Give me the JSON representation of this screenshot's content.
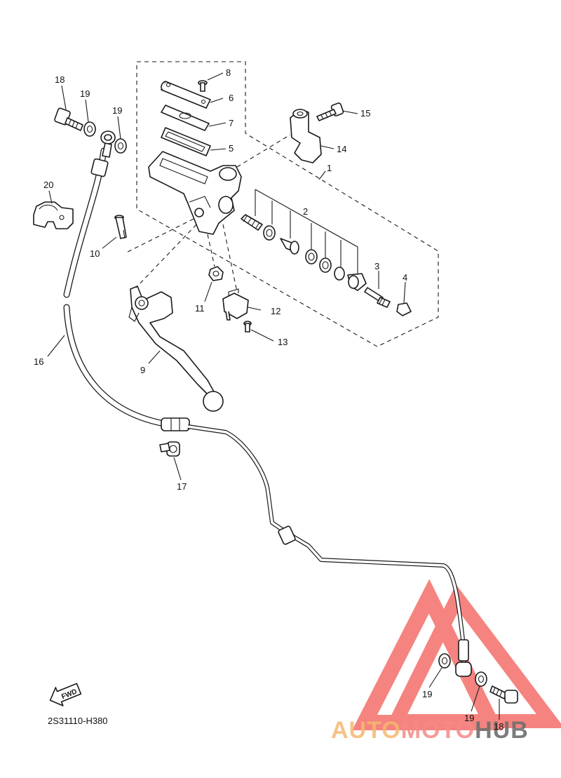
{
  "diagram_code": "2S31110-H380",
  "fwd_label": "FWD",
  "watermark": {
    "text_parts": [
      "AUTO",
      "MOTO",
      "HUB"
    ],
    "colors": {
      "auto": "#f5b870",
      "moto": "#f48a86",
      "hub": "#6e6e6e",
      "triangle": "#f25a55"
    }
  },
  "callouts": {
    "c1": "1",
    "c2": "2",
    "c3": "3",
    "c4": "4",
    "c5": "5",
    "c6": "6",
    "c7": "7",
    "c8": "8",
    "c9": "9",
    "c10": "10",
    "c11": "11",
    "c12": "12",
    "c13": "13",
    "c14": "14",
    "c15": "15",
    "c16": "16",
    "c17": "17",
    "c18a": "18",
    "c18b": "18",
    "c19a": "19",
    "c19b": "19",
    "c19c": "19",
    "c19d": "19",
    "c20": "20"
  }
}
